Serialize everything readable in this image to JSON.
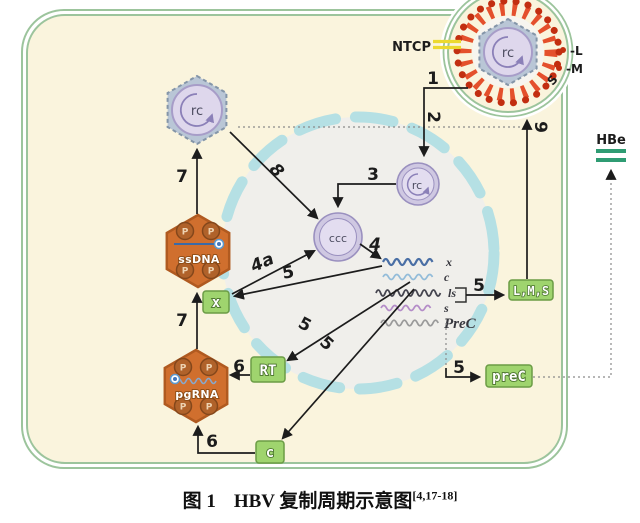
{
  "caption": {
    "figure_label": "图 1",
    "title": "HBV 复制周期示意图",
    "reference": "[4,17-18]"
  },
  "virion": {
    "core_label": "rc",
    "receptor_label": "NTCP",
    "envelope_l": "-L",
    "envelope_m": "-M",
    "envelope_s": "S"
  },
  "nucleus": {
    "rc_label": "rc",
    "ccc_label": "ccc"
  },
  "capsids": {
    "rc_label": "rc",
    "ssdna_label": "ssDNA",
    "pgrna_label": "pgRNA",
    "p_label": "P"
  },
  "proteins": {
    "x": "x",
    "rt": "RT",
    "c": "c",
    "lms": "L,M,S",
    "prec": "preC"
  },
  "mrnas": [
    {
      "label": "x",
      "color": "#4a6fa5"
    },
    {
      "label": "c",
      "color": "#93bcd9"
    },
    {
      "label": "ls",
      "color": "#45454f"
    },
    {
      "label": "s",
      "color": "#b48cc8"
    },
    {
      "label": "PreC",
      "color": "#9a9a9a"
    }
  ],
  "secreted": {
    "hbe_label": "HBe",
    "hbe_bar_color": "#2f9c73"
  },
  "steps": {
    "s1": "1",
    "s2": "2",
    "s3": "3",
    "s4": "4",
    "s4a": "4a",
    "s5": "5",
    "s6": "6",
    "s7": "7",
    "s8": "8",
    "s9": "9"
  },
  "colors": {
    "membrane": "#9cc49c",
    "cytoplasm": "#faf4dd",
    "nucleus_fill": "#f0efeb",
    "nucleus_pore": "#b5e0e4",
    "capsid_orange": "#d06f2e",
    "protein_box": "#9fd46e",
    "spike": "#e4502c",
    "receptor_yellow": "#ecd92f"
  }
}
